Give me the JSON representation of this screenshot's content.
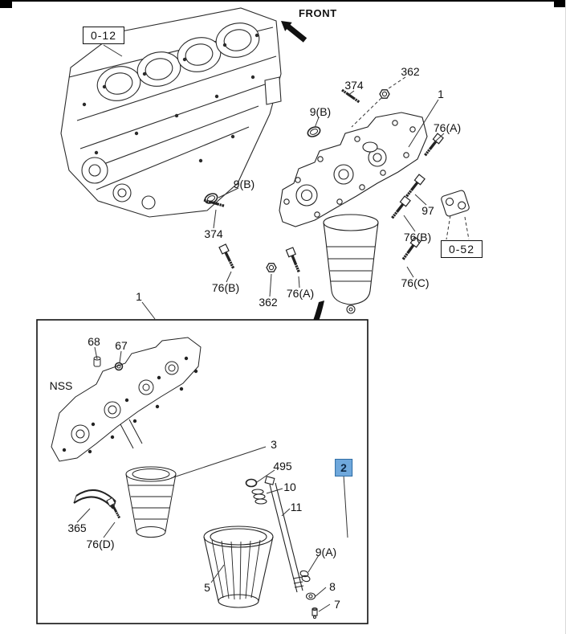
{
  "page": {
    "front_label": "FRONT",
    "nss_label": "NSS"
  },
  "references": {
    "engine_section": "0-12",
    "bracket_section": "0-52"
  },
  "highlight": {
    "selected_part": "2",
    "highlight_color": "#6fa8dc"
  },
  "callouts": {
    "c374_top": "374",
    "c362_top": "362",
    "c9b_top": "9(B)",
    "c1_main": "1",
    "c76a_upper": "76(A)",
    "c9b_mid": "9(B)",
    "c374_mid": "374",
    "c97": "97",
    "c76b_upper": "76(B)",
    "c76b_lower": "76(B)",
    "c362_lower": "362",
    "c76a_lower": "76(A)",
    "c76c": "76(C)",
    "c1_inset": "1",
    "c68": "68",
    "c67": "67",
    "c3": "3",
    "c495": "495",
    "c10": "10",
    "c11": "11",
    "c9a": "9(A)",
    "c8": "8",
    "c7": "7",
    "c5": "5",
    "c365": "365",
    "c76d": "76(D)"
  }
}
